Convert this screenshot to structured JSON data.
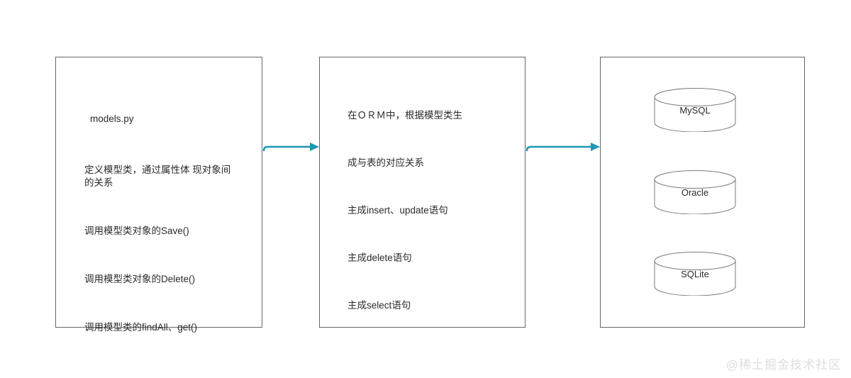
{
  "diagram": {
    "boxes": {
      "models": {
        "name": "models.py box",
        "lines": [
          "models.py",
          "定义模型类，通过属性体 现对象间的关系",
          "调用模型类对象的Save()",
          "调用模型类对象的Delete()",
          "调用模型类的findAll、get()"
        ]
      },
      "orm": {
        "name": "ORM box",
        "lines": [
          "在ＯＲＭ中，根据模型类生",
          "成与表的对应关系",
          "主成insert、update语句",
          "主成delete语句",
          "主成select语句"
        ]
      },
      "databases": {
        "name": "database box",
        "items": [
          {
            "label": "MySQL"
          },
          {
            "label": "Oracle"
          },
          {
            "label": "SQLite"
          }
        ]
      }
    },
    "arrows": [
      {
        "id": "arrow-models-to-orm",
        "direction": "right"
      },
      {
        "id": "arrow-orm-to-db",
        "direction": "right"
      }
    ],
    "colors": {
      "arrow": "#1f96b4",
      "box_border": "#63666a",
      "shape_border": "#7a7a7a",
      "text": "#2b2b2b",
      "watermark": "#dedede"
    },
    "watermark": "@稀土掘金技术社区"
  }
}
